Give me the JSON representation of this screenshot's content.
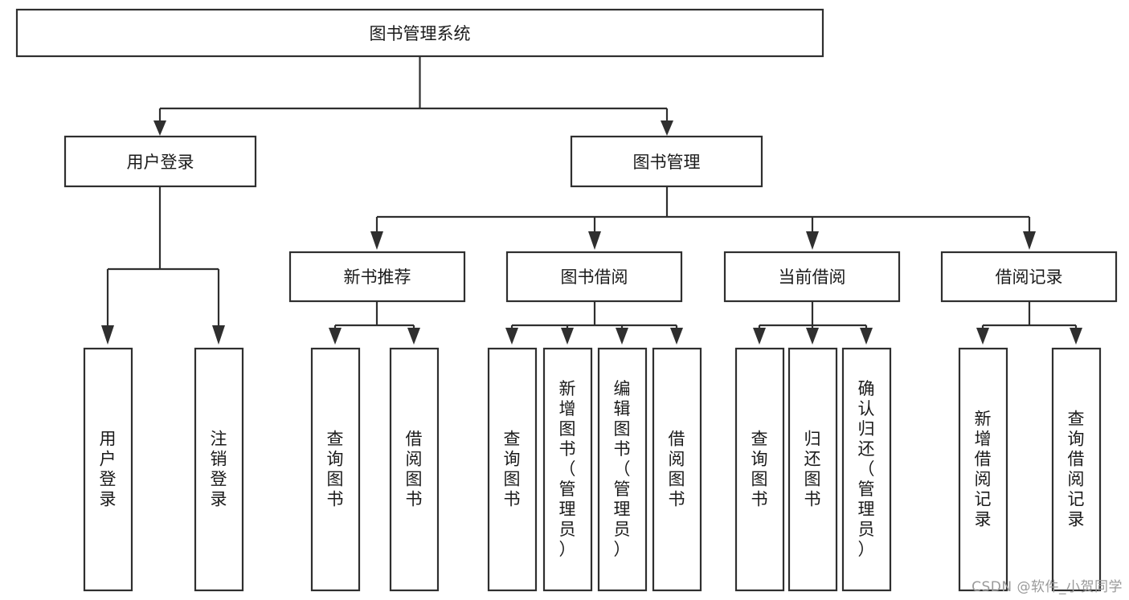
{
  "diagram": {
    "type": "tree-hierarchy-flowchart",
    "title": "图书管理系统",
    "colors": {
      "background": "#ffffff",
      "box_fill": "#ffffff",
      "box_stroke": "#2f2f2f",
      "connector": "#2f2f2f",
      "text": "#1a1a1a",
      "watermark": "#9a9a9a"
    },
    "root": {
      "id": "root",
      "label": "图书管理系统",
      "orientation": "horizontal"
    },
    "level2": [
      {
        "id": "user-login",
        "label": "用户登录",
        "orientation": "horizontal"
      },
      {
        "id": "book-manage",
        "label": "图书管理",
        "orientation": "horizontal"
      }
    ],
    "level3": [
      {
        "id": "new-book-rec",
        "label": "新书推荐",
        "orientation": "horizontal",
        "parent": "book-manage"
      },
      {
        "id": "book-borrow",
        "label": "图书借阅",
        "orientation": "horizontal",
        "parent": "book-manage"
      },
      {
        "id": "current-borrow",
        "label": "当前借阅",
        "orientation": "horizontal",
        "parent": "book-manage"
      },
      {
        "id": "borrow-record",
        "label": "借阅记录",
        "orientation": "horizontal",
        "parent": "book-manage"
      }
    ],
    "leaves": [
      {
        "id": "leaf-user-login",
        "label": "用户登录",
        "orientation": "vertical",
        "parent": "user-login"
      },
      {
        "id": "leaf-user-logout",
        "label": "注销登录",
        "orientation": "vertical",
        "parent": "user-login"
      },
      {
        "id": "leaf-query-book-1",
        "label": "查询图书",
        "orientation": "vertical",
        "parent": "new-book-rec"
      },
      {
        "id": "leaf-borrow-book-1",
        "label": "借阅图书",
        "orientation": "vertical",
        "parent": "new-book-rec"
      },
      {
        "id": "leaf-query-book-2",
        "label": "查询图书",
        "orientation": "vertical",
        "parent": "book-borrow"
      },
      {
        "id": "leaf-add-book",
        "label": "新增图书（管理员）",
        "orientation": "vertical",
        "parent": "book-borrow"
      },
      {
        "id": "leaf-edit-book",
        "label": "编辑图书（管理员）",
        "orientation": "vertical",
        "parent": "book-borrow"
      },
      {
        "id": "leaf-borrow-book-2",
        "label": "借阅图书",
        "orientation": "vertical",
        "parent": "book-borrow"
      },
      {
        "id": "leaf-query-book-3",
        "label": "查询图书",
        "orientation": "vertical",
        "parent": "current-borrow"
      },
      {
        "id": "leaf-return-book",
        "label": "归还图书",
        "orientation": "vertical",
        "parent": "current-borrow"
      },
      {
        "id": "leaf-confirm-return",
        "label": "确认归还（管理员）",
        "orientation": "vertical",
        "parent": "current-borrow"
      },
      {
        "id": "leaf-add-record",
        "label": "新增借阅记录",
        "orientation": "vertical",
        "parent": "borrow-record"
      },
      {
        "id": "leaf-query-record",
        "label": "查询借阅记录",
        "orientation": "vertical",
        "parent": "borrow-record"
      }
    ]
  },
  "watermark": {
    "text": "CSDN @软件_小贺同学"
  }
}
